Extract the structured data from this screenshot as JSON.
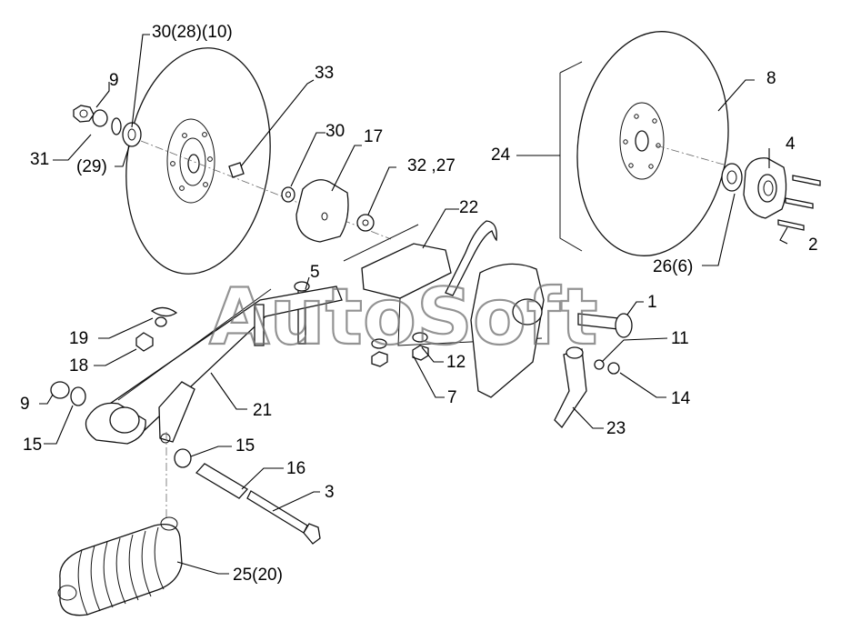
{
  "watermark": "AutoSoft",
  "callouts": [
    {
      "id": "c30a",
      "text": "30(28)(10)"
    },
    {
      "id": "c9a",
      "text": "9"
    },
    {
      "id": "c31",
      "text": "31"
    },
    {
      "id": "c29",
      "text": "(29)"
    },
    {
      "id": "c33",
      "text": "33"
    },
    {
      "id": "c30b",
      "text": "30"
    },
    {
      "id": "c17",
      "text": "17"
    },
    {
      "id": "c32",
      "text": "32 ,27"
    },
    {
      "id": "c22",
      "text": "22"
    },
    {
      "id": "c24",
      "text": "24"
    },
    {
      "id": "c8",
      "text": "8"
    },
    {
      "id": "c4",
      "text": "4"
    },
    {
      "id": "c2",
      "text": "2"
    },
    {
      "id": "c26",
      "text": "26(6)"
    },
    {
      "id": "c5",
      "text": "5"
    },
    {
      "id": "c1",
      "text": "1"
    },
    {
      "id": "c19",
      "text": "19"
    },
    {
      "id": "c18",
      "text": "18"
    },
    {
      "id": "c11",
      "text": "11"
    },
    {
      "id": "c12",
      "text": "12"
    },
    {
      "id": "c14",
      "text": "14"
    },
    {
      "id": "c7",
      "text": "7"
    },
    {
      "id": "c9b",
      "text": "9"
    },
    {
      "id": "c21",
      "text": "21"
    },
    {
      "id": "c15a",
      "text": "15"
    },
    {
      "id": "c23",
      "text": "23"
    },
    {
      "id": "c15b",
      "text": "15"
    },
    {
      "id": "c16",
      "text": "16"
    },
    {
      "id": "c3",
      "text": "3"
    },
    {
      "id": "c25",
      "text": "25(20)"
    }
  ]
}
